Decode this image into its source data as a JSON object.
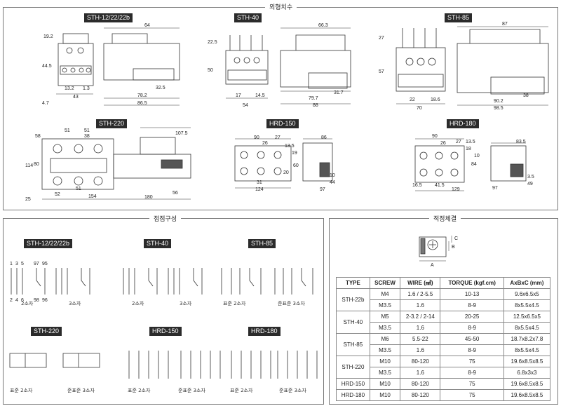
{
  "sections": {
    "dimensions": "외형치수",
    "contacts": "접점구성",
    "torque": "적정체결"
  },
  "dim_models": [
    "STH-12/22/22b",
    "STH-40",
    "STH-85",
    "STH-220",
    "HRD-150",
    "HRD-180"
  ],
  "dims": {
    "sth12": [
      "64",
      "19.2",
      "44.5",
      "43",
      "78.2",
      "32.5",
      "86.5",
      "4.7",
      "13.2",
      "1.3"
    ],
    "sth40": [
      "66.3",
      "22.5",
      "50",
      "17",
      "14.5",
      "79.7",
      "31.7",
      "54",
      "88"
    ],
    "sth85": [
      "87",
      "27",
      "57",
      "22",
      "18.6",
      "90.2",
      "38",
      "70",
      "98.5"
    ],
    "sth220": [
      "107.5",
      "58",
      "51",
      "51",
      "38",
      "114",
      "80",
      "25",
      "52",
      "51",
      "154",
      "56",
      "180"
    ],
    "hrd150": [
      "90",
      "26",
      "27",
      "13.5",
      "86",
      "19",
      "60",
      "31",
      "124",
      "20",
      "10",
      "44",
      "97"
    ],
    "hrd180": [
      "90",
      "27",
      "26",
      "13.5",
      "83.5",
      "18",
      "84",
      "10",
      "16.5",
      "41.5",
      "129",
      "3.5",
      "49",
      "97"
    ]
  },
  "contact_models": [
    "STH-12/22/22b",
    "STH-40",
    "STH-85",
    "STH-220",
    "HRD-150",
    "HRD-180"
  ],
  "contact_labels": {
    "sth12": [
      "2소자",
      "3소자"
    ],
    "sth40": [
      "2소자",
      "3소자"
    ],
    "sth85": [
      "표준 2소자",
      "준표준 3소자"
    ],
    "sth220": [
      "표준 2소자",
      "준표준 3소자"
    ],
    "hrd150": [
      "표준 2소자",
      "준표준 3소자"
    ],
    "hrd180": [
      "표준 2소자",
      "준표준 3소자"
    ]
  },
  "contact_terms": {
    "top": [
      "1",
      "3",
      "5",
      "97",
      "95"
    ],
    "bottom": [
      "2",
      "4",
      "6",
      "98",
      "96"
    ]
  },
  "table": {
    "headers": [
      "TYPE",
      "SCREW",
      "WIRE (㎟)",
      "TORQUE (kgf.cm)",
      "AxBxC (mm)"
    ],
    "rows": [
      [
        "STH-22b",
        "M4",
        "1.6 / 2-5.5",
        "10-13",
        "9.6x6.5x5"
      ],
      [
        "",
        "M3.5",
        "1.6",
        "8-9",
        "8x5.5x4.5"
      ],
      [
        "STH-40",
        "M5",
        "2-3.2 / 2-14",
        "20-25",
        "12.5x6.5x5"
      ],
      [
        "",
        "M3.5",
        "1.6",
        "8-9",
        "8x5.5x4.5"
      ],
      [
        "STH-85",
        "M6",
        "5.5-22",
        "45-50",
        "18.7x8.2x7.8"
      ],
      [
        "",
        "M3.5",
        "1.6",
        "8-9",
        "8x5.5x4.5"
      ],
      [
        "STH-220",
        "M10",
        "80-120",
        "75",
        "19.6x8.5x8.5"
      ],
      [
        "",
        "M3.5",
        "1.6",
        "8-9",
        "6.8x3x3"
      ],
      [
        "HRD-150",
        "M10",
        "80-120",
        "75",
        "19.6x8.5x8.5"
      ],
      [
        "HRD-180",
        "M10",
        "80-120",
        "75",
        "19.6x8.5x8.5"
      ]
    ]
  },
  "screw_labels": {
    "a": "A",
    "b": "B",
    "c": "C"
  }
}
